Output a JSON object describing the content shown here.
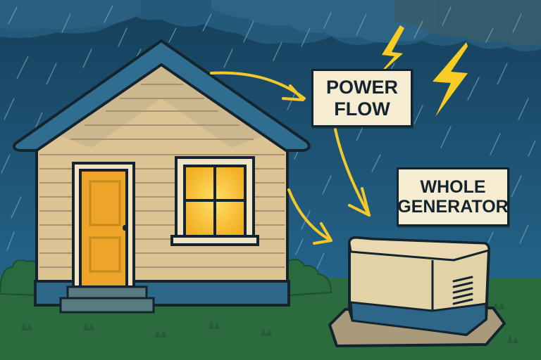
{
  "labels": {
    "power_flow": {
      "line1": "POWER",
      "line2": "FLOW"
    },
    "generator": {
      "line1": "WHOLE",
      "line2": "GENERATOR"
    }
  },
  "colors": {
    "sky": "#1d4f6d",
    "sky_dark": "#163f59",
    "cloud": "#2c607e",
    "rain": "#6f9fb8",
    "roof": "#2f6d91",
    "outline": "#14242e",
    "siding": "#dcc394",
    "siding_line": "#a99070",
    "door": "#eea429",
    "window_glow": "#fcc838",
    "trim": "#f1e4c4",
    "foundation": "#2e6889",
    "steps": "#587a80",
    "grass": "#2b6b3e",
    "bush": "#2a6a3f",
    "bolt": "#f8cc22",
    "arrow": "#f4c72a",
    "generator_body": "#e2d2a8",
    "generator_base": "#2e6688",
    "pad": "#a89a7a",
    "label_bg": "#f6ecd2"
  }
}
